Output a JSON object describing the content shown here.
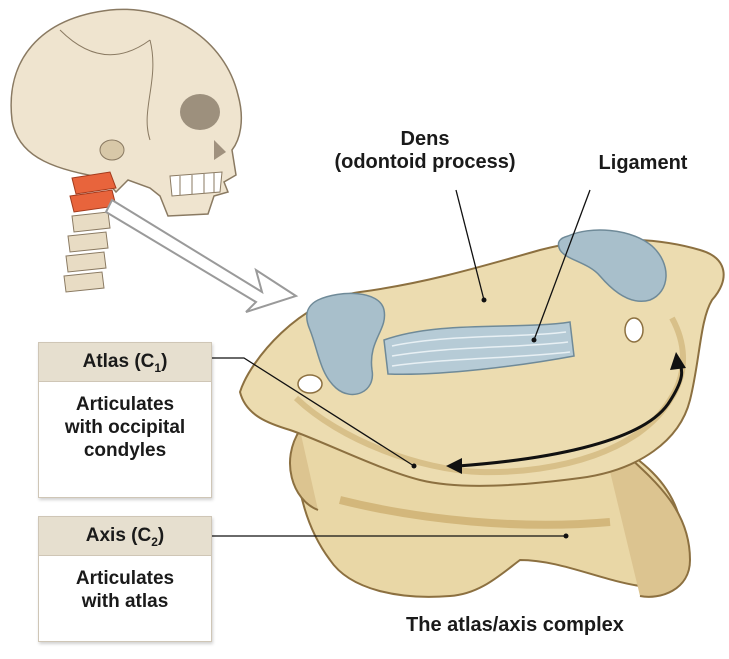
{
  "labels": {
    "dens_line1": "Dens",
    "dens_line2": "(odontoid process)",
    "ligament": "Ligament",
    "caption": "The atlas/axis complex"
  },
  "atlas_box": {
    "title_main": "Atlas (C",
    "title_sub": "1",
    "title_end": ")",
    "body": [
      "Articulates",
      "with occipital",
      "condyles"
    ]
  },
  "axis_box": {
    "title_main": "Axis (C",
    "title_sub": "2",
    "title_end": ")",
    "body": [
      "Articulates",
      "with atlas"
    ]
  },
  "colors": {
    "bone": "#e9d7a6",
    "bone_shade": "#c9a96a",
    "cartilage": "#a8bfcb",
    "vertebra_highlight": "#e8643c",
    "arrow": "#111111",
    "box_header": "#e6dfcf"
  }
}
